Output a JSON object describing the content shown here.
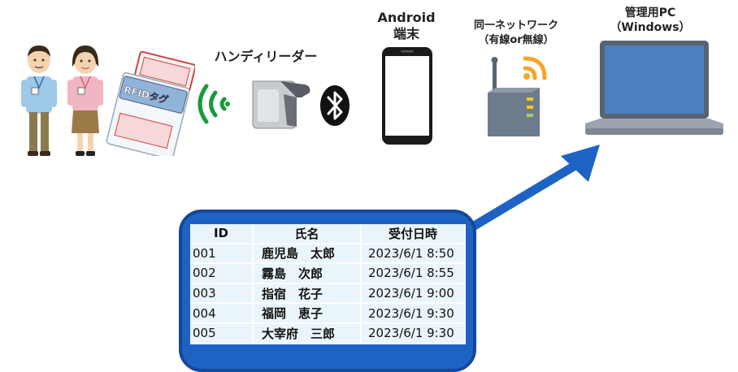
{
  "labels": {
    "handy_reader": "ハンディリーダー",
    "android_line1": "Android",
    "android_line2": "端末",
    "network_line1": "同一ネットワーク",
    "network_line2": "（有線or無線）",
    "pc_line1": "管理用PC",
    "pc_line2": "（Windows）",
    "rfid_tag": "RFIDタグ"
  },
  "table": {
    "headers": [
      "ID",
      "氏名",
      "受付日時"
    ],
    "rows": [
      [
        "001",
        "鹿児島　太郎",
        "2023/6/1  8:50"
      ],
      [
        "002",
        "霧島　次郎",
        "2023/6/1  8:55"
      ],
      [
        "003",
        "指宿　花子",
        "2023/6/1  9:00"
      ],
      [
        "004",
        "福岡　恵子",
        "2023/6/1  9:30"
      ],
      [
        "005",
        "大宰府　三郎",
        "2023/6/1  9:30"
      ]
    ]
  },
  "icons": [
    "person-man-icon",
    "person-woman-icon",
    "rfid-tag-icon",
    "wireless-signal-icon",
    "handy-reader-icon",
    "bluetooth-icon",
    "smartphone-icon",
    "wifi-router-icon",
    "laptop-icon",
    "arrow-icon"
  ],
  "colors": {
    "panel_blue": "#1e63c4",
    "arrow_blue": "#1e63c4",
    "signal_green": "#1a9a3a",
    "wifi_orange": "#f5a623",
    "table_bg": "#eaf5fb"
  }
}
